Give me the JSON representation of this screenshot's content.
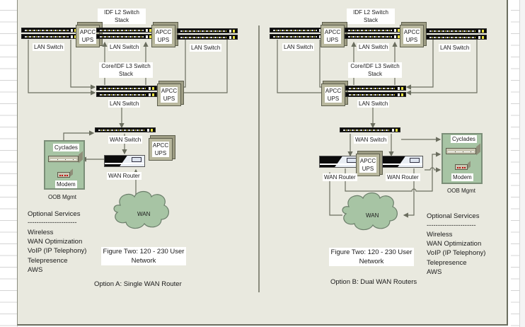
{
  "panels": [
    {
      "id": "option-a",
      "caption": "Option A: Single WAN Router",
      "figure_title": "Figure Two: 120 - 230 User Network",
      "labels": {
        "idf_stack": "IDF L2 Switch Stack",
        "core_stack": "Core/IDF L3 Switch Stack",
        "lan_switch": "LAN Switch",
        "wan_switch": "WAN Switch",
        "wan_router": "WAN Router",
        "ups": "APCC UPS",
        "cyclades": "Cyclades",
        "modem": "Modem",
        "oob": "OOB Mgmt",
        "wan": "WAN"
      },
      "services": {
        "title": "Optional Services",
        "separator": "----------------------",
        "items": [
          "Wireless",
          "WAN Optimization",
          "VoIP (IP Telephony)",
          "Telepresence",
          "AWS"
        ]
      }
    },
    {
      "id": "option-b",
      "caption": "Option B: Dual WAN Routers",
      "figure_title": "Figure Two: 120 - 230 User Network",
      "labels": {
        "idf_stack": "IDF L2 Switch Stack",
        "core_stack": "Core/IDF L3 Switch Stack",
        "lan_switch": "LAN Switch",
        "wan_switch": "WAN Switch",
        "wan_router": "WAN Router",
        "ups": "APCC UPS",
        "cyclades": "Cyclades",
        "modem": "Modem",
        "oob": "OOB Mgmt",
        "wan": "WAN"
      },
      "services": {
        "title": "Optional Services",
        "separator": "----------------------",
        "items": [
          "Wireless",
          "WAN Optimization",
          "VoIP (IP Telephony)",
          "Telepresence",
          "AWS"
        ]
      }
    }
  ],
  "colors": {
    "canvas": "#e9e9df",
    "wire": "#6b6e5f",
    "cloud": "#a7c4a4",
    "oob_box": "#a7c4a4",
    "ups": "#b9b89e"
  }
}
